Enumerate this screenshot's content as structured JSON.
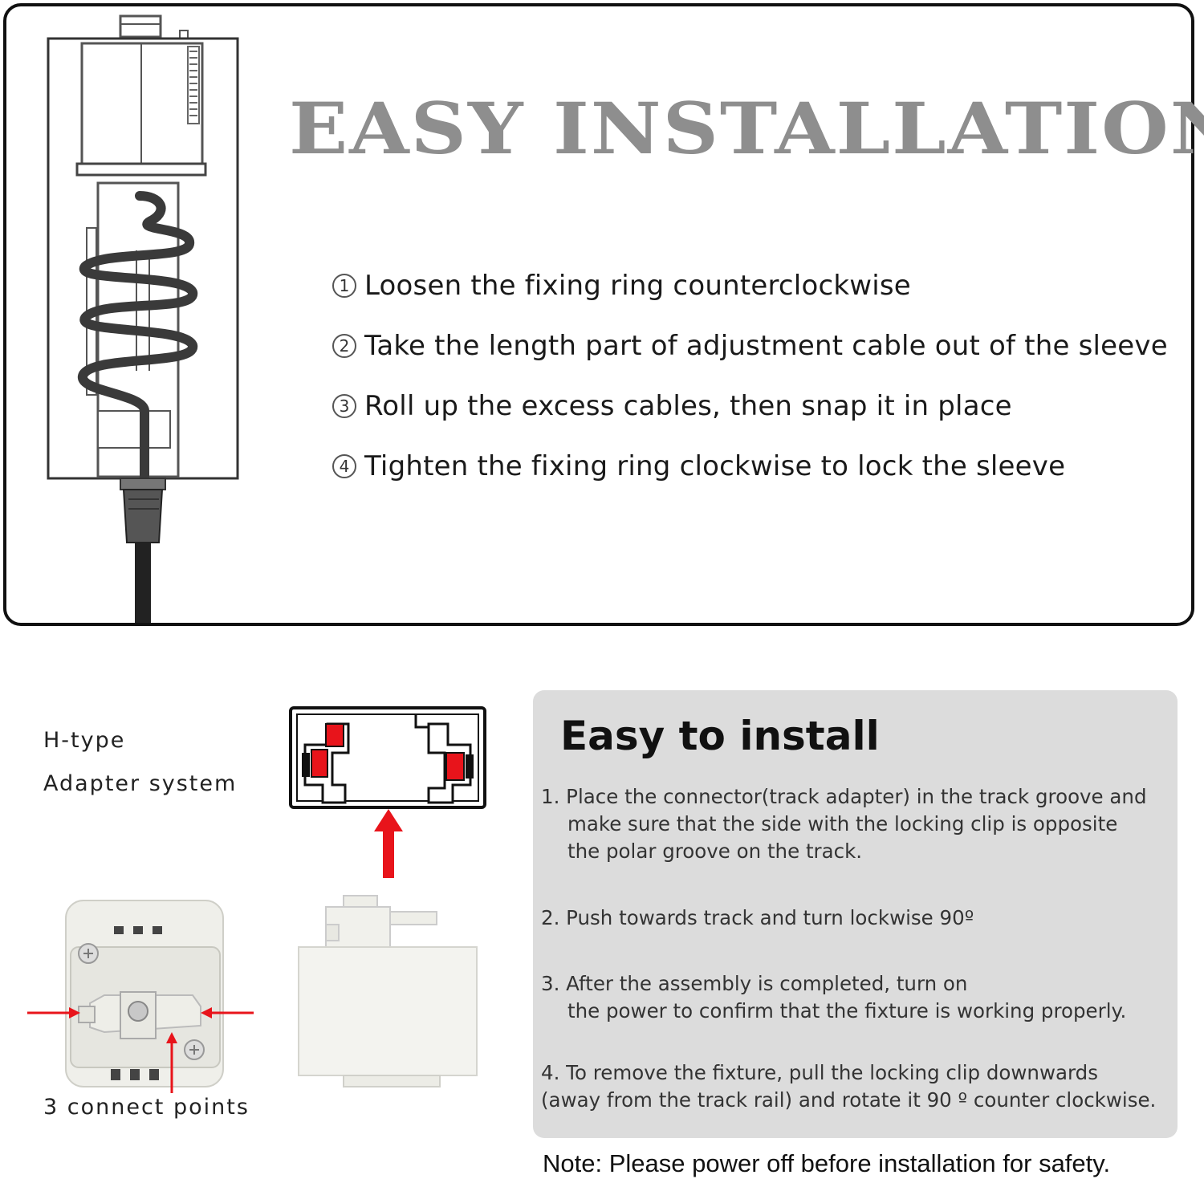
{
  "top": {
    "title": "EASY INSTALLATION",
    "steps": [
      {
        "num": "1",
        "text": "Loosen the fixing ring counterclockwise"
      },
      {
        "num": "2",
        "text": "Take the length part of adjustment cable out of the  sleeve"
      },
      {
        "num": "3",
        "text": "Roll up the excess cables, then snap it in place"
      },
      {
        "num": "4",
        "text": "Tighten the fixing ring clockwise to lock the sleeve"
      }
    ]
  },
  "left": {
    "h_type_line1": "H-type",
    "h_type_line2": "Adapter system",
    "connect_points": "3 connect points"
  },
  "box": {
    "title": "Easy to install",
    "items": [
      {
        "line1": "1. Place the connector(track adapter) in the track groove and",
        "line2": "make sure that the side with the locking clip is opposite",
        "line3": "the polar groove on the track."
      },
      {
        "line1": "2. Push towards track and turn lockwise 90º"
      },
      {
        "line1": "3. After the assembly is completed, turn on",
        "line2": "the power to confirm that the fixture is working properly."
      },
      {
        "line1": "4. To remove the fixture, pull the locking clip downwards",
        "line2": "(away from the track rail) and rotate it 90 º counter clockwise."
      }
    ]
  },
  "note": "Note: Please power off before installation for safety.",
  "colors": {
    "title_gray": "#8e8e8e",
    "box_bg": "#dcdcdc",
    "arrow_red": "#e8141b"
  }
}
